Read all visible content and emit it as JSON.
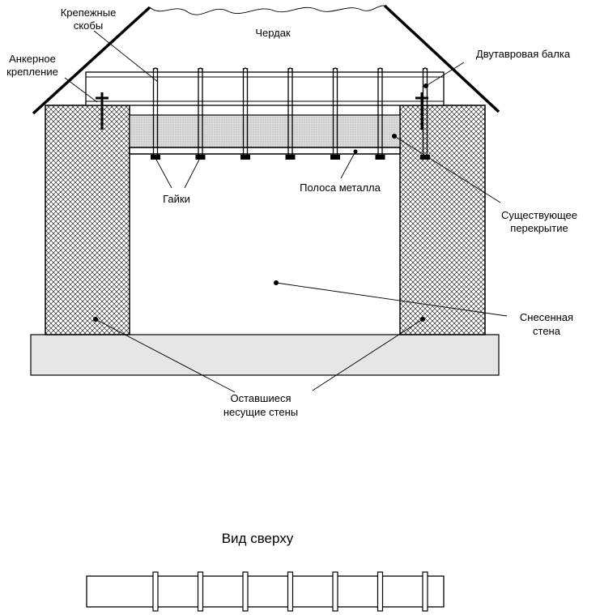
{
  "labels": {
    "attic": "Чердак",
    "brackets_line1": "Крепежные",
    "brackets_line2": "скобы",
    "anchor_line1": "Анкерное",
    "anchor_line2": "крепление",
    "ibeam": "Двутавровая балка",
    "nuts": "Гайки",
    "metal_strip": "Полоса металла",
    "existing_slab_line1": "Существующее",
    "existing_slab_line2": "перекрытие",
    "demolished_wall_line1": "Снесенная",
    "demolished_wall_line2": "стена",
    "remaining_walls_line1": "Оставшиеся",
    "remaining_walls_line2": "несущие стены",
    "top_view_title": "Вид сверху"
  },
  "bracket_count": 7,
  "colors": {
    "line": "#000000",
    "foundation_fill": "#e6e6e6",
    "slab_fill": "#d2d2d2",
    "wall_hatch": "#000000"
  }
}
